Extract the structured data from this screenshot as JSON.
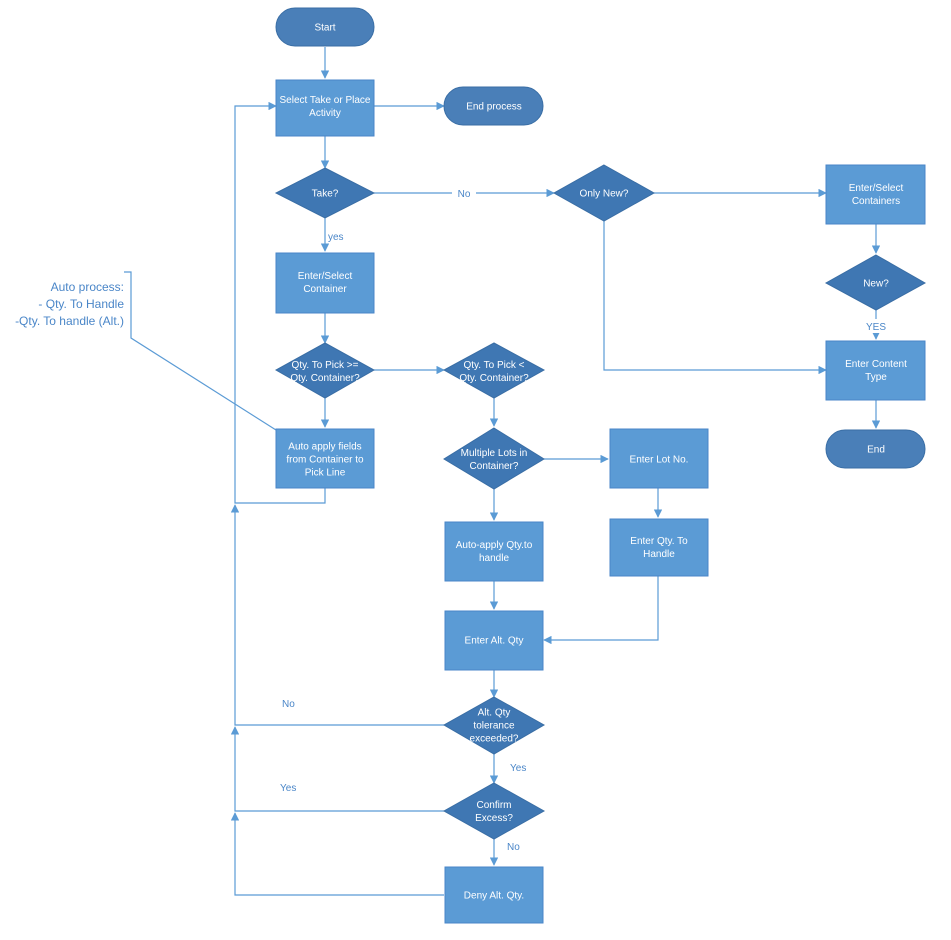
{
  "colors": {
    "process_fill": "#5b9bd5",
    "terminal_fill": "#4a7fb8",
    "decision_fill": "#3f77b3",
    "stroke": "#3a6ea5",
    "edge": "#5b9bd5",
    "text": "#ffffff",
    "label": "#4a86c8"
  },
  "nodes": {
    "start": "Start",
    "select_activity": "Select Take or Place\nActivity",
    "end_process": "End process",
    "take": "Take?",
    "only_new": "Only New?",
    "enter_select_containers": "Enter/Select\nContainers",
    "new": "New?",
    "enter_content_type": "Enter Content\nType",
    "end": "End",
    "enter_select_container": "Enter/Select\nContainer",
    "qty_pick_ge": "Qty. To Pick >=\nQty. Container?",
    "qty_pick_lt": "Qty. To Pick <\nQty. Container?",
    "auto_apply_fields": "Auto apply fields\nfrom Container to\nPick Line",
    "multiple_lots": "Multiple Lots in\nContainer?",
    "enter_lot_no": "Enter Lot No.",
    "auto_apply_qty": "Auto-apply Qty.to\nhandle",
    "enter_qty_handle": "Enter Qty. To\nHandle",
    "enter_alt_qty": "Enter Alt. Qty",
    "alt_qty_tolerance": "Alt. Qty\ntolerance\nexceeded?",
    "confirm_excess": "Confirm\nExcess?",
    "deny_alt_qty": "Deny Alt. Qty."
  },
  "edge_labels": {
    "take_no": "No",
    "take_yes": "yes",
    "new_yes": "YES",
    "tolerance_no": "No",
    "tolerance_yes": "Yes",
    "confirm_yes": "Yes",
    "confirm_no": "No"
  },
  "annotation": {
    "lines": [
      "Auto process:",
      "- Qty. To Handle",
      "-Qty. To handle (Alt.)"
    ]
  }
}
